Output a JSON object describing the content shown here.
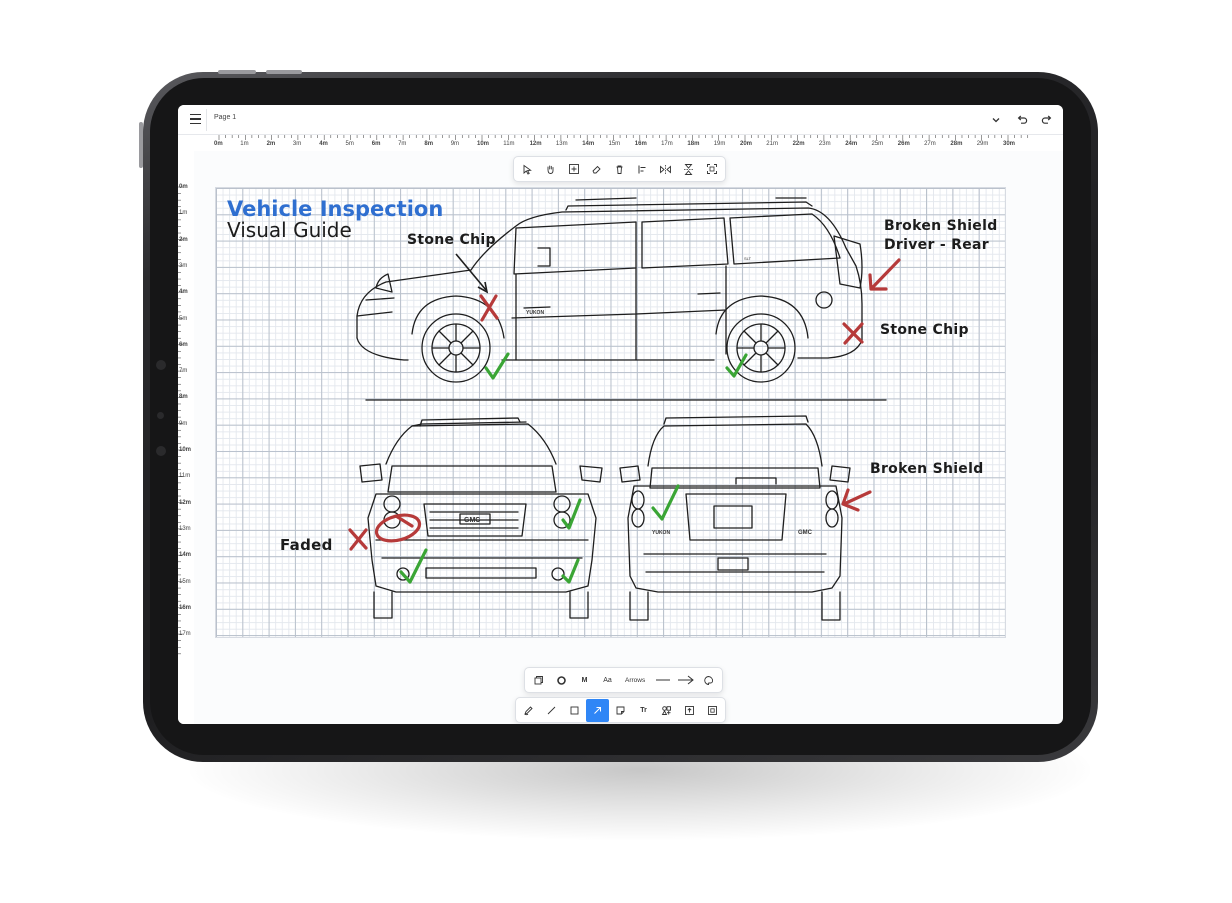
{
  "topbar": {
    "page_label": "Page 1"
  },
  "ruler": {
    "horizontal": [
      "0m",
      "1m",
      "2m",
      "3m",
      "4m",
      "5m",
      "6m",
      "7m",
      "8m",
      "9m",
      "10m",
      "11m",
      "12m",
      "13m",
      "14m",
      "15m",
      "16m",
      "17m",
      "18m",
      "19m",
      "20m",
      "21m",
      "22m",
      "23m",
      "24m",
      "25m",
      "26m",
      "27m",
      "28m",
      "29m",
      "30m"
    ],
    "vertical": [
      "0m",
      "1m",
      "2m",
      "3m",
      "4m",
      "5m",
      "6m",
      "7m",
      "8m",
      "9m",
      "10m",
      "11m",
      "12m",
      "13m",
      "14m",
      "15m",
      "16m",
      "17m"
    ]
  },
  "canvas": {
    "title_line1": "Vehicle Inspection",
    "title_line2": "Visual Guide",
    "annotations": {
      "stone_chip_side": "Stone Chip",
      "broken_shield_line1": "Broken Shield",
      "broken_shield_line2": "Driver - Rear",
      "stone_chip_rear": "Stone Chip",
      "broken_shield_back": "Broken Shield",
      "faded": "Faded"
    },
    "badges": {
      "side_brand": "YUKON",
      "side_trim": "SLT",
      "front_brand": "GMC",
      "rear_brand": "GMC",
      "rear_model": "YUKON"
    },
    "colors": {
      "check": "#3aa535",
      "cross": "#b63a3a",
      "title": "#2f6fd0"
    }
  },
  "style_toolbar": {
    "font_size": "M",
    "font_type": "Aa",
    "arrow_label": "Arrows"
  },
  "tool_toolbar": {
    "active_tool": "arrow-tool",
    "text_label": "Tr"
  }
}
